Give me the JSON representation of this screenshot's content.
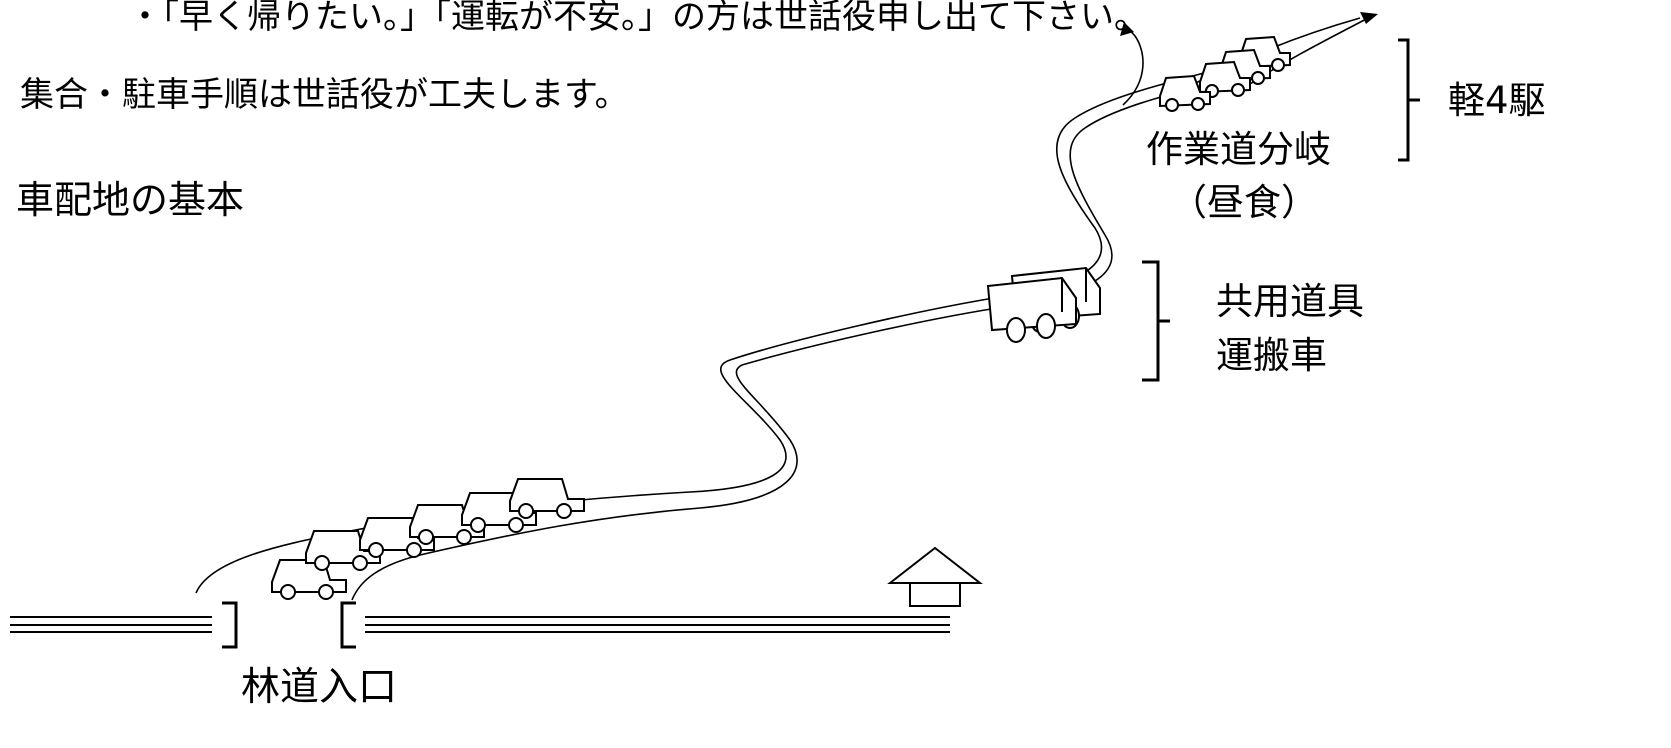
{
  "texts": {
    "note_line": "・「早く帰りたい。」「運転が不安。」の方は世話役申し出て下さい。",
    "sub_note": "集合・駐車手順は世話役が工夫します。",
    "heading": "車配地の基本",
    "fork_label": "作業道分岐",
    "lunch_label": "（昼食）",
    "tools_l1": "共用道具",
    "tools_l2": "運搬車",
    "k4wd_label": "軽4駆",
    "entry_label": "林道入口"
  },
  "icons": [
    "car-icon",
    "house-arrow-icon",
    "arrow-icon",
    "bracket-icon"
  ],
  "colors": {
    "line": "#000000",
    "background": "#ffffff"
  }
}
